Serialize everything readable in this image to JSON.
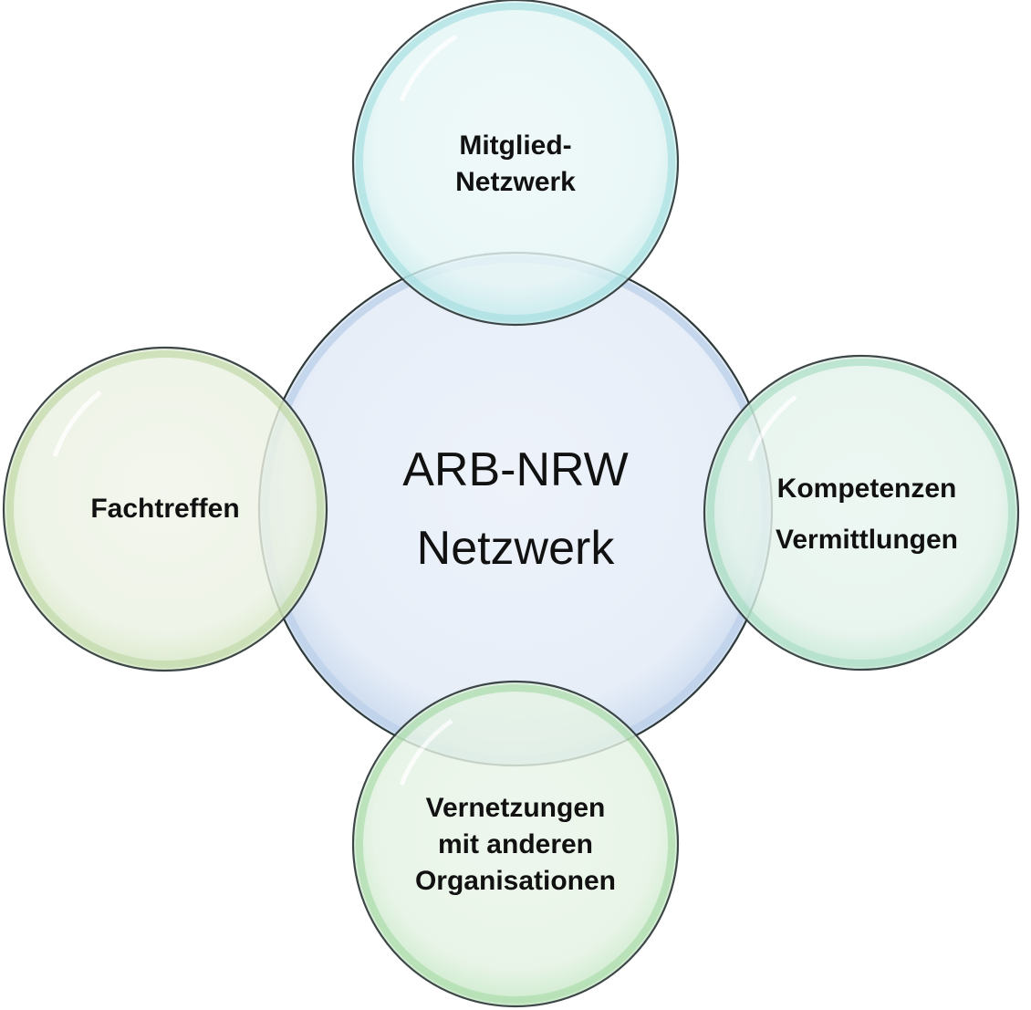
{
  "center": {
    "line1": "ARB-NRW",
    "line2": "Netzwerk",
    "color": "#9bb8d8"
  },
  "top": {
    "line1": "Mitglied-",
    "line2": "Netzwerk",
    "color": "#8fd3d3"
  },
  "left": {
    "line1": "Fachtreffen",
    "color": "#a9c98a"
  },
  "right": {
    "line1": "Kompetenzen",
    "line2": "Vermittlungen",
    "color": "#8fd0b5"
  },
  "bottom": {
    "line1": "Vernetzungen",
    "line2": "mit anderen",
    "line3": "Organisationen",
    "color": "#8fcf8f"
  }
}
